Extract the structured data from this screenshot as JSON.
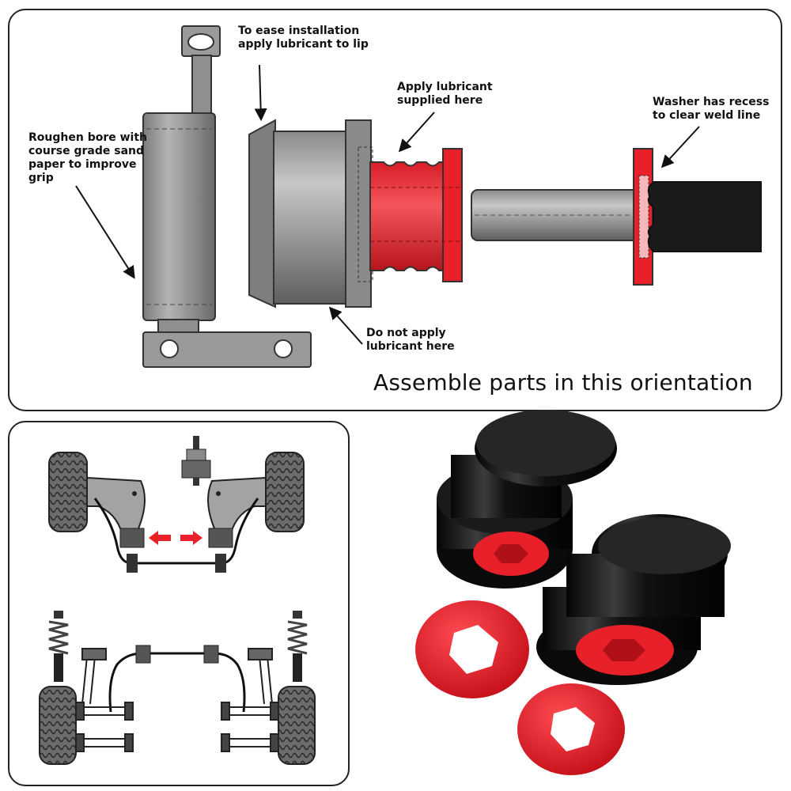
{
  "top_diagram": {
    "labels": {
      "lip_note": "To ease installation\napply lubricant to lip",
      "bore_note": "Roughen bore with\ncourse grade sand\npaper to improve\ngrip",
      "lube_here": "Apply lubricant\nsupplied here",
      "washer_note": "Washer has recess\nto clear weld line",
      "no_lube": "Do not apply\nlubricant here"
    },
    "caption": "Assemble parts in this orientation",
    "colors": {
      "red": "#e8202a",
      "grey": "#9a9a9a",
      "dark": "#1a1a1a"
    }
  },
  "suspension_diagram": {
    "arrows_color": "#e8202a"
  },
  "product_photo": {
    "items": [
      "bush-black-1",
      "bush-black-2",
      "washer-red-1",
      "washer-red-2"
    ]
  }
}
